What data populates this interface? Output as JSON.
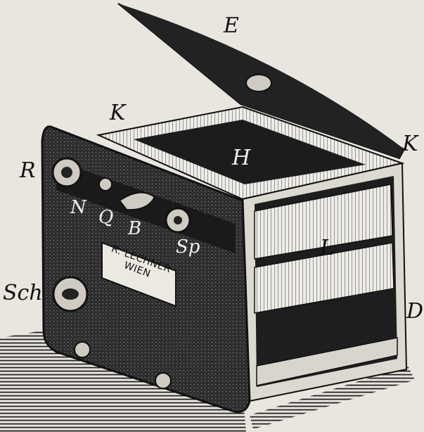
{
  "labels": {
    "E": "E",
    "K_top": "K",
    "K_right": "K",
    "H": "H",
    "R": "R",
    "N": "N",
    "Q": "Q",
    "B": "B",
    "Sp": "Sp",
    "L": "L",
    "Sch": "Sch",
    "D": "D"
  },
  "plaque": {
    "line1": "R. LECHNER",
    "line2": "WIEN"
  },
  "colors": {
    "paper": "#e9e6df",
    "ink": "#111111",
    "lid": "#1a1a1a",
    "leather": "#2a2a2a",
    "frame": "#d8d5cd"
  }
}
